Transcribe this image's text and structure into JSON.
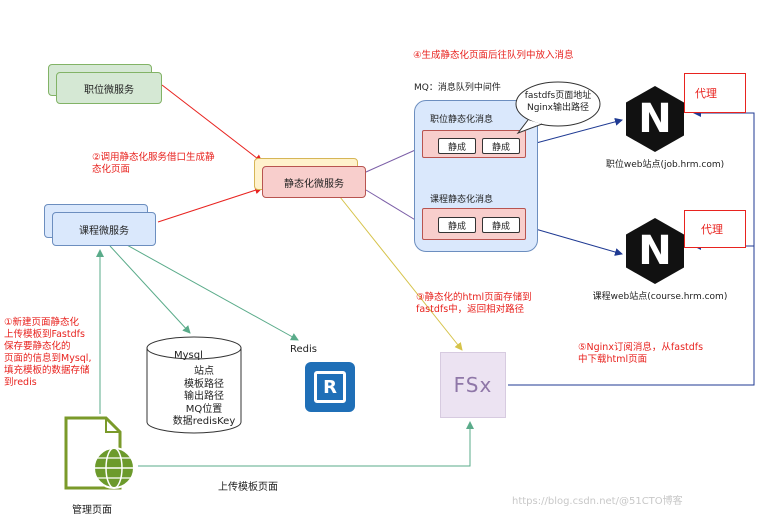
{
  "steps": {
    "step1": "①新建页面静态化\n上传模板到Fastdfs\n保存要静态化的\n页面的信息到Mysql,\n填充模板的数据存储\n到redis",
    "step2": "②调用静态化服务借口生成静\n态化页面",
    "step3": "③静态化的html页面存储到\nfastdfs中，返回相对路径",
    "step4": "④生成静态化页面后往队列中放入消息",
    "step5": "⑤Nginx订阅消息，从fastdfs\n中下载html页面"
  },
  "services": {
    "job_service": "职位微服务",
    "course_service": "课程微服务",
    "static_service": "静态化微服务"
  },
  "mq": {
    "title": "MQ：消息队列中间件",
    "job_queue_label": "职位静态化消息",
    "course_queue_label": "课程静态化消息",
    "msg_item": "静成",
    "bubble": "fastdfs页面地址\nNginx输出路径"
  },
  "sites": {
    "job_site": "职位web站点(job.hrm.com)",
    "course_site": "课程web站点(course.hrm.com)",
    "proxy_label": "代理",
    "nginx_letter": "N"
  },
  "storage": {
    "mysql_title": "Mysql",
    "mysql_fields": "站点\n模板路径\n输出路径\nMQ位置\n数据redisKey",
    "redis_label": "Redis",
    "redis_letter": "R",
    "fastdfs_logo": "FSx"
  },
  "admin": {
    "label": "管理页面",
    "upload_label": "上传模板页面"
  },
  "watermark": "https://blog.csdn.net/@51CTO博客",
  "colors": {
    "arrow_red": "#e8231f",
    "arrow_green": "#5aab8a",
    "arrow_purple": "#7b5ea7",
    "arrow_blue": "#1f3a93",
    "arrow_yellow": "#d6c34a"
  }
}
